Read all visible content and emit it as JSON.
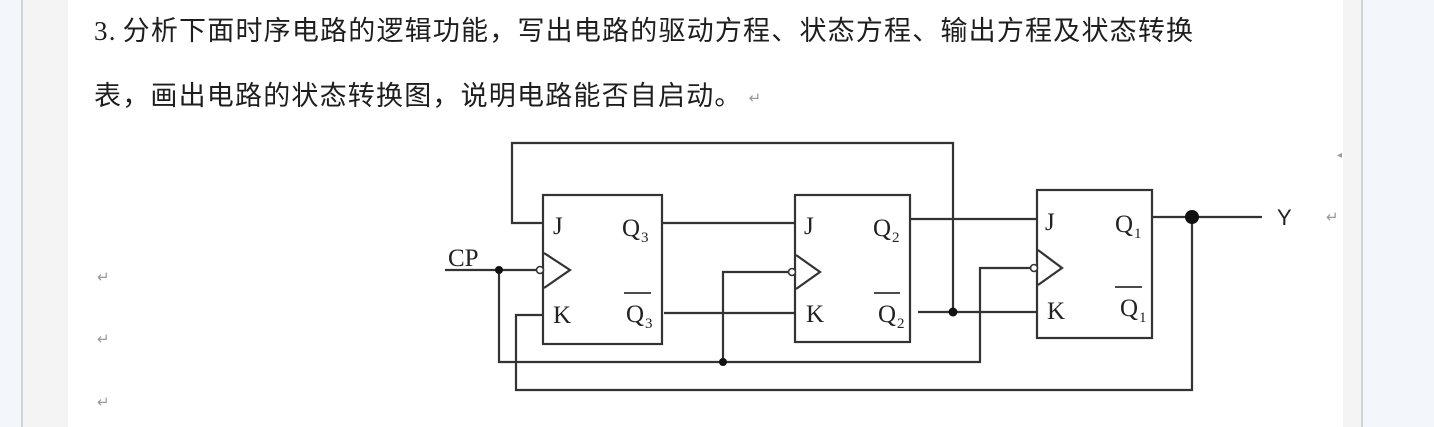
{
  "document": {
    "question_number": "3.",
    "question_line1": "分析下面时序电路的逻辑功能，写出电路的驱动方程、状态方程、输出方程及状态转换",
    "question_line2": "表，画出电路的状态转换图，说明电路能否自启动。",
    "paragraph_mark": "↵"
  },
  "circuit": {
    "clock_label": "CP",
    "output_label": "Y",
    "flip_flops": [
      {
        "id": "FF3",
        "j_label": "J",
        "k_label": "K",
        "q_label": "Q",
        "qbar_label": "Q",
        "subscript": "3"
      },
      {
        "id": "FF2",
        "j_label": "J",
        "k_label": "K",
        "q_label": "Q",
        "qbar_label": "Q",
        "subscript": "2"
      },
      {
        "id": "FF1",
        "j_label": "J",
        "k_label": "K",
        "q_label": "Q",
        "qbar_label": "Q",
        "subscript": "1"
      }
    ]
  },
  "colors": {
    "page": "#ffffff",
    "margin": "#f4f4f4",
    "outer": "#f3f7fb",
    "ink": "#333333",
    "paragraph_mark": "#9a9a9a"
  }
}
